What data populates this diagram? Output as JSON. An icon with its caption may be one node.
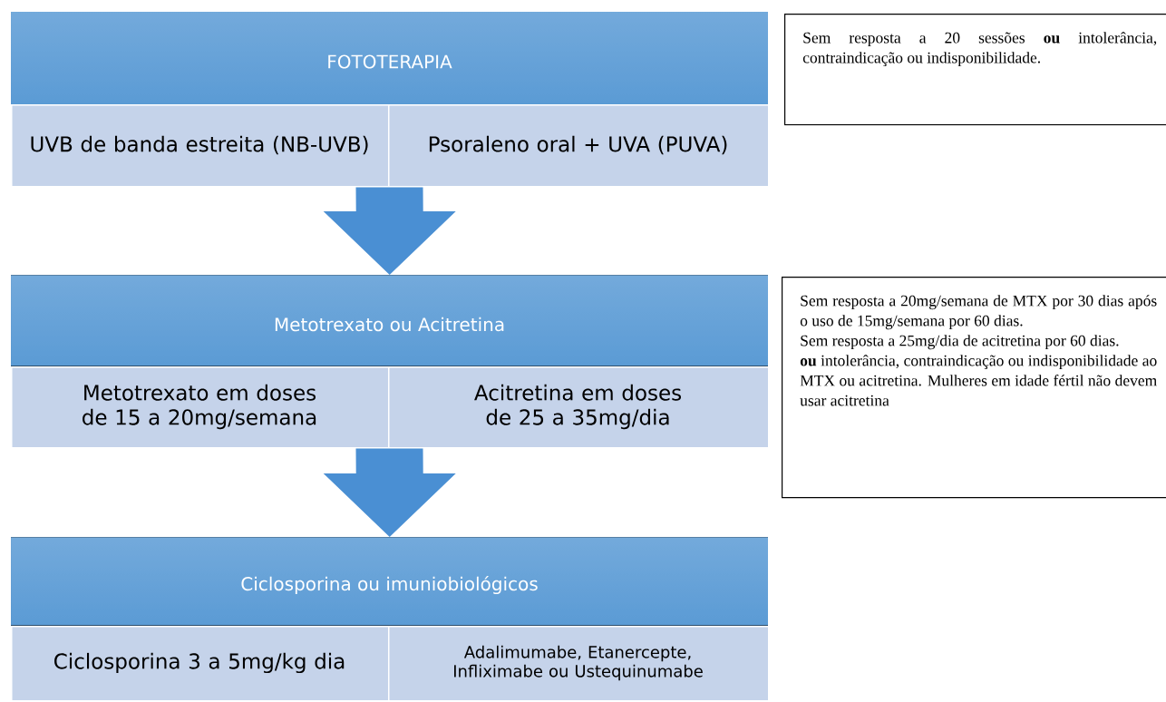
{
  "diagram": {
    "nodes": [
      {
        "text": [
          "FOTOTERAPIA"
        ]
      },
      {
        "text": [
          "UVB de banda estreita (NB-UVB)"
        ]
      },
      {
        "text": [
          "Psoraleno oral + UVA (PUVA)"
        ]
      },
      {
        "text": [
          "Sem resposta a 20 sessões **ou** intolerância, contraindicação ou indisponibilidade."
        ]
      },
      {
        "text": [
          "Metotrexato ou Acitretina"
        ]
      },
      {
        "text": [
          "Metotrexato em doses de 15 a 20mg/semana"
        ]
      },
      {
        "text": [
          "Acitretina em doses de 25 a 35mg/dia"
        ]
      },
      {
        "text": [
          "Sem resposta a 20mg/semana de MTX por 30 dias após o uso de 15mg/semana por 60 dias.",
          "Sem resposta a 25mg/dia de acitretina por 60 dias.",
          "**ou** intolerância, contraindicação ou indisponibilidade ao MTX ou acitretina. Mulheres em idade fértil não devem usar acitretina"
        ]
      },
      {
        "text": [
          "Ciclosporina ou imuniobiológicos"
        ]
      },
      {
        "text": [
          "Ciclosporina 3 a 5mg/kg dia"
        ]
      },
      {
        "text": [
          "Adalimumabe, Etanercepte, Infliximabe ou Ustequinumabe"
        ]
      }
    ],
    "edges": [
      {
        "from": 1,
        "to": 4,
        "arrow": "to"
      },
      {
        "from": 2,
        "to": 4,
        "arrow": "to"
      },
      {
        "from": 5,
        "to": 8,
        "arrow": "to"
      },
      {
        "from": 6,
        "to": 8,
        "arrow": "to"
      }
    ]
  }
}
